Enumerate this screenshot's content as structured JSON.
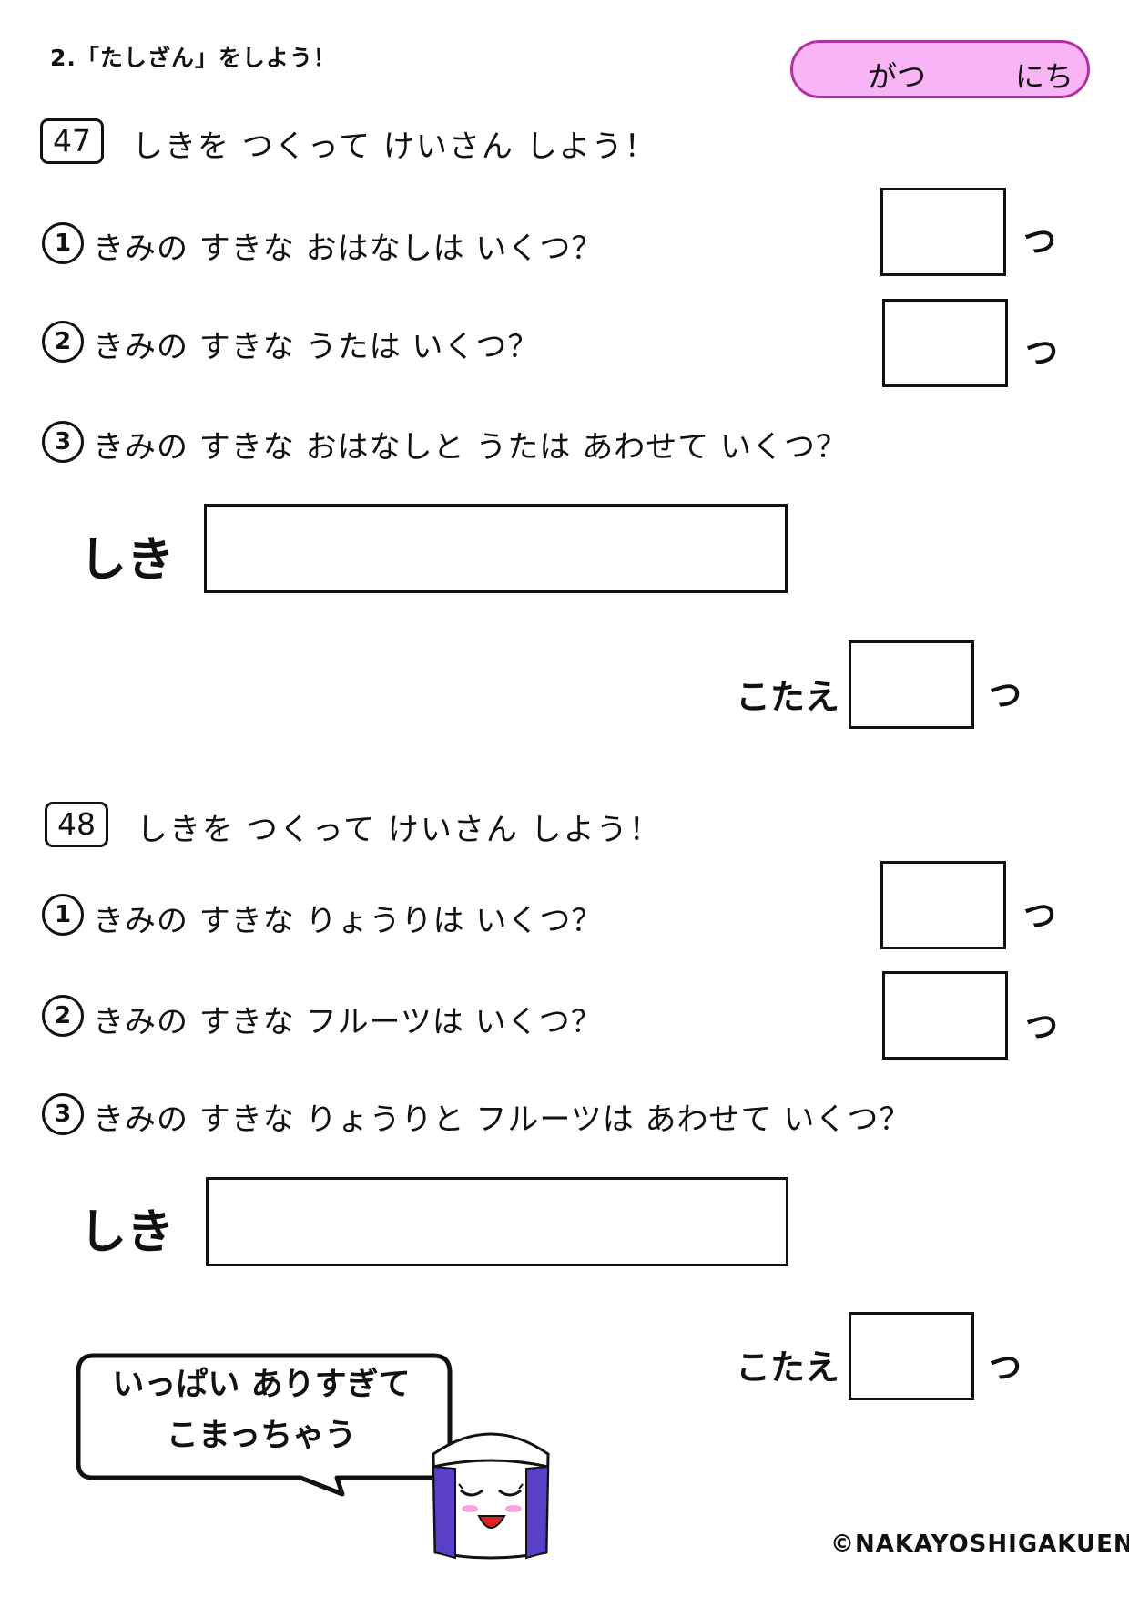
{
  "header": {
    "title": "2.「たしざん」をしよう！"
  },
  "date": {
    "month_label": "がつ",
    "day_label": "にち"
  },
  "problems": [
    {
      "number": "47",
      "instruction": "しきを つくって けいさん しよう！",
      "q1": {
        "num": "1",
        "text": "きみの すきな おはなしは いくつ？",
        "unit": "つ"
      },
      "q2": {
        "num": "2",
        "text": "きみの すきな うたは いくつ？",
        "unit": "つ"
      },
      "q3": {
        "num": "3",
        "text": "きみの すきな おはなしと うたは あわせて いくつ？"
      },
      "formula_label": "しき",
      "answer_label": "こたえ",
      "answer_unit": "つ"
    },
    {
      "number": "48",
      "instruction": "しきを つくって けいさん しよう！",
      "q1": {
        "num": "1",
        "text": "きみの すきな りょうりは いくつ？",
        "unit": "つ"
      },
      "q2": {
        "num": "2",
        "text": "きみの すきな フルーツは いくつ？",
        "unit": "つ"
      },
      "q3": {
        "num": "3",
        "text": "きみの すきな りょうりと フルーツは あわせて いくつ？"
      },
      "formula_label": "しき",
      "answer_label": "こたえ",
      "answer_unit": "つ"
    }
  ],
  "speech_bubble": {
    "line1": "いっぱい ありすぎて",
    "line2": "こまっちゃう"
  },
  "copyright": "©NAKAYOSHIGAKUEN",
  "colors": {
    "date_pill_fill": "#f8b4f4",
    "date_pill_border": "#b0339f",
    "mascot_band": "#5a3fc8"
  },
  "icons": {
    "mascot": "smiling-tofu-mascot"
  }
}
